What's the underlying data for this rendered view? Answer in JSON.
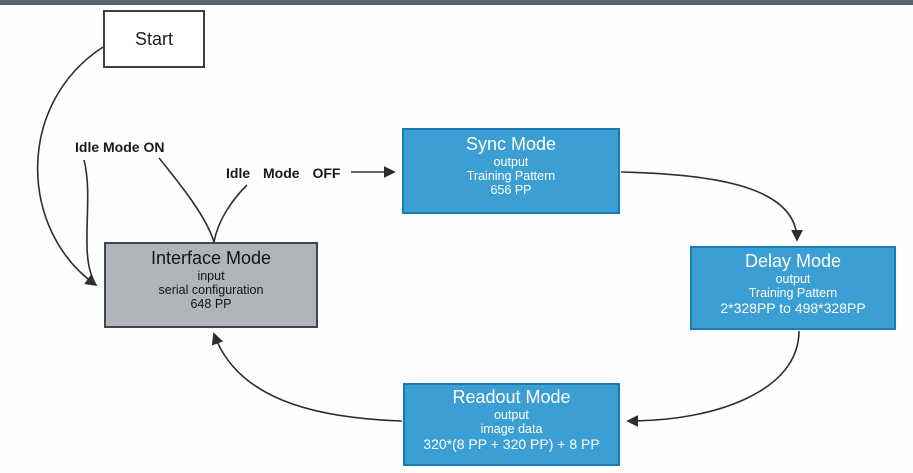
{
  "nodes": {
    "start": {
      "label": "Start"
    },
    "sync": {
      "title": "Sync Mode",
      "lines": [
        "output",
        "Training Pattern",
        "656 PP"
      ]
    },
    "interface": {
      "title": "Interface Mode",
      "lines": [
        "input",
        "serial configuration",
        "648 PP"
      ]
    },
    "delay": {
      "title": "Delay Mode",
      "lines": [
        "output",
        "Training Pattern",
        "2*328PP to 498*328PP"
      ]
    },
    "readout": {
      "title": "Readout Mode",
      "lines": [
        "output",
        "image data",
        "320*(8 PP + 320 PP) + 8 PP"
      ]
    }
  },
  "edges": {
    "idle_on_label": "Idle Mode ON",
    "idle_off_label": "Idle Mode OFF"
  },
  "colors": {
    "state_fill": "#3B9FD3",
    "state_border": "#1A7AB5",
    "interface_fill": "#B1B4B8",
    "interface_border": "#40464D",
    "start_border": "#3A4046",
    "topbar": "#5A6470",
    "arrow": "#2E2E2E",
    "background": "#FEFEFE"
  }
}
